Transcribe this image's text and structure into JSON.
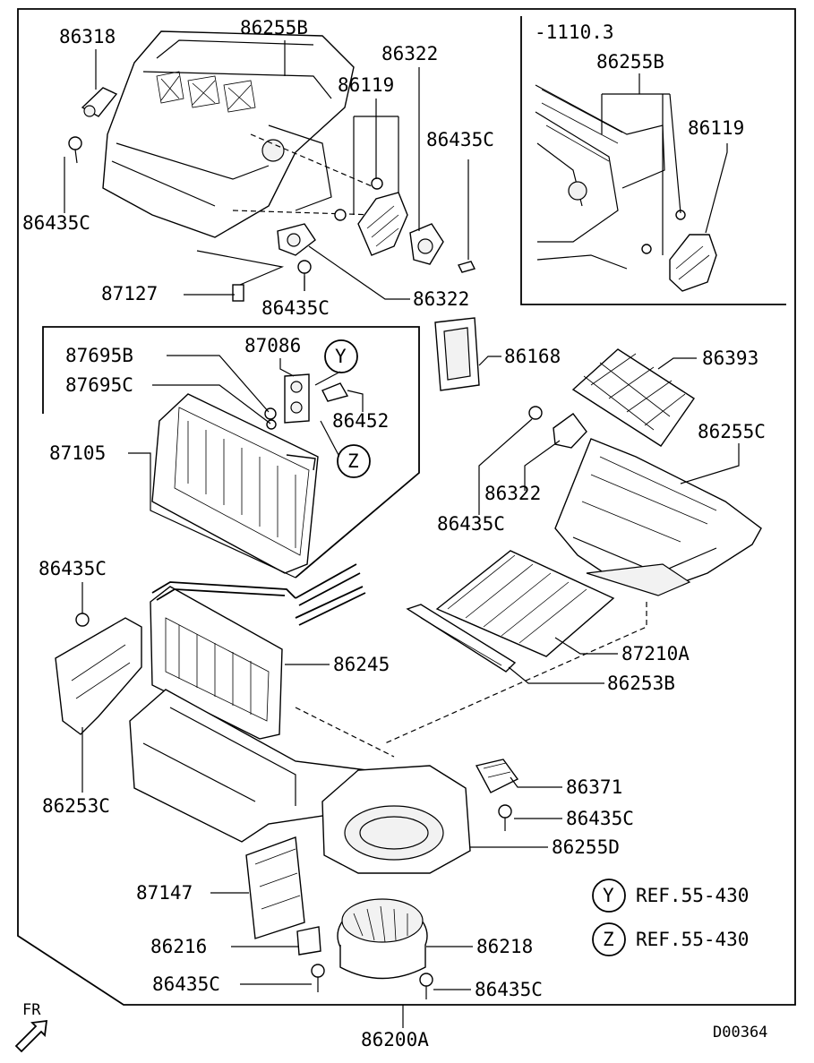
{
  "diagram": {
    "inset_code": "-1110.3",
    "part_labels": {
      "p86318": "86318",
      "p86255B_main": "86255B",
      "p86322_top": "86322",
      "p86119_main": "86119",
      "p86435C_top_right": "86435C",
      "p86435C_top_left": "86435C",
      "p87127": "87127",
      "p86435C_mid": "86435C",
      "p86322_mid": "86322",
      "p86255B_inset": "86255B",
      "p86119_inset": "86119",
      "p87086": "87086",
      "p87695B": "87695B",
      "p87695C": "87695C",
      "p86452": "86452",
      "p87105": "87105",
      "p86168": "86168",
      "p86393": "86393",
      "p86255C": "86255C",
      "p86322_right": "86322",
      "p86435C_right": "86435C",
      "p86435C_left": "86435C",
      "p86245": "86245",
      "p87210A": "87210A",
      "p86253B": "86253B",
      "p86253C": "86253C",
      "p86371": "86371",
      "p86435C_lower_right": "86435C",
      "p86255D": "86255D",
      "p87147": "87147",
      "p86216": "86216",
      "p86218": "86218",
      "p86435C_bottom_left": "86435C",
      "p86435C_bottom_right": "86435C",
      "p86200A": "86200A"
    },
    "callouts": {
      "y_letter": "Y",
      "z_letter": "Z"
    },
    "legend": [
      {
        "symbol": "Y",
        "text": "REF.55-430"
      },
      {
        "symbol": "Z",
        "text": "REF.55-430"
      }
    ],
    "direction_label": "FR",
    "drawing_code": "D00364"
  }
}
